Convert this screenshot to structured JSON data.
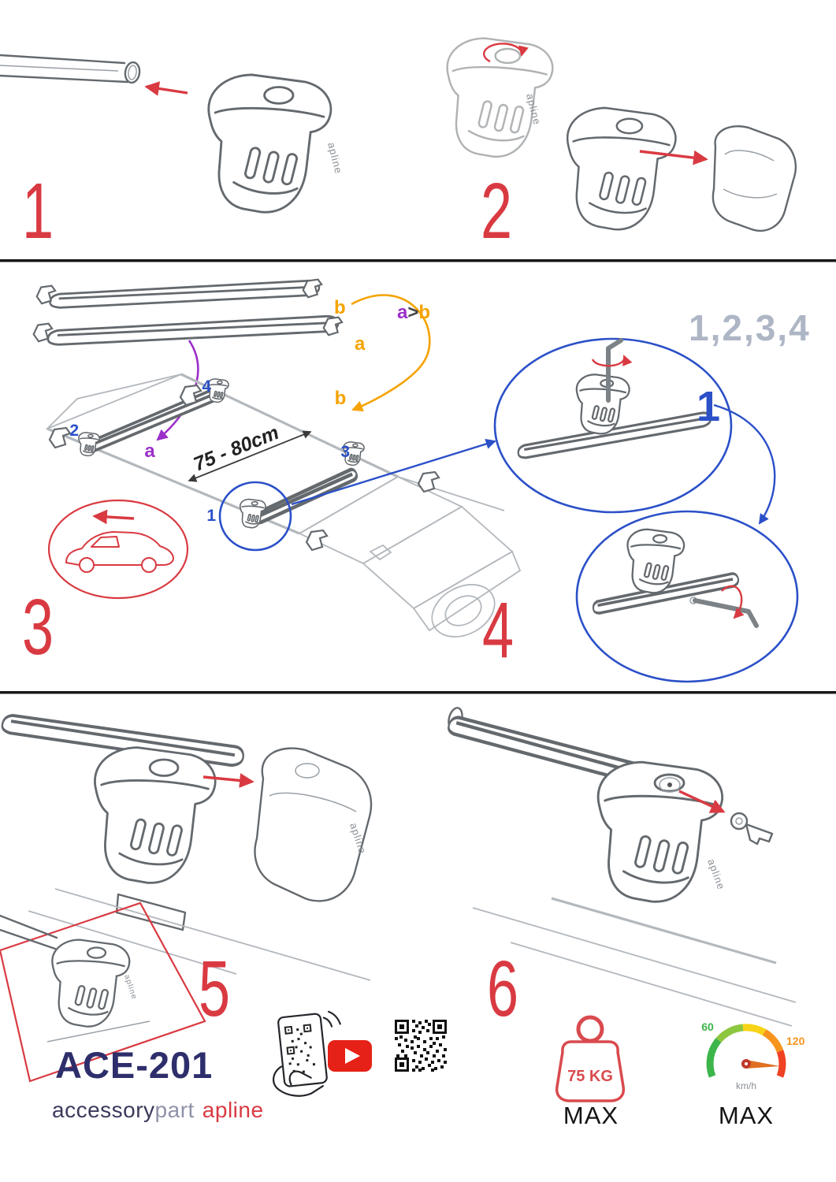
{
  "colors": {
    "step_red": "#d93a42",
    "detail_blue": "#2b50c8",
    "label_orange": "#f5a300",
    "label_purple": "#9b30c8",
    "brand_navy": "#2e2e6c",
    "brand_gray": "#8f93a8",
    "sequence_gray": "#aeb6c6",
    "youtube_red": "#e62117",
    "speed_green": "#3cb54a",
    "speed_orange": "#f7941e"
  },
  "steps": {
    "n1": "1",
    "n2": "2",
    "n3": "3",
    "n4": "4",
    "n5": "5",
    "n6": "6"
  },
  "assembly": {
    "top_bar_label": "b",
    "bottom_bar_label": "a",
    "compare_a": "a",
    "compare_gt": ">",
    "compare_b": "b",
    "sequence": "1,2,3,4",
    "detail_one": "1",
    "distance": "75 - 80cm",
    "car_label_a": "a",
    "car_label_b": "b",
    "pos1": "1",
    "pos2": "2",
    "pos3": "3",
    "pos4": "4"
  },
  "brand": {
    "model": "ACE-201",
    "word_accessory": "accessory",
    "word_part": "part",
    "word_apline": "apline",
    "foot_logo": "apline"
  },
  "limits": {
    "weight_value": "75 KG",
    "weight_max": "MAX",
    "speed_low": "60",
    "speed_high": "120",
    "speed_unit": "km/h",
    "speed_max": "MAX"
  }
}
